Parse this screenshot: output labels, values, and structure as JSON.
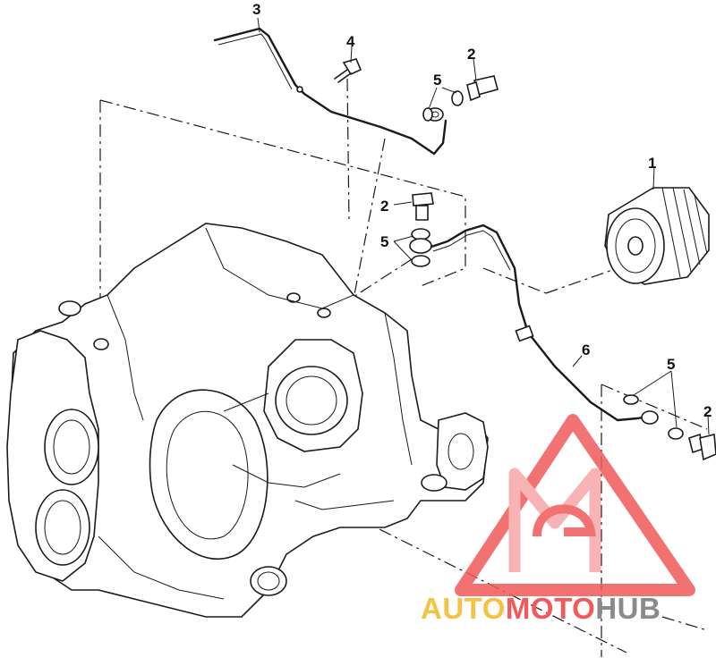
{
  "labels": {
    "p1": "1",
    "p2a": "2",
    "p2b": "2",
    "p2c": "2",
    "p3": "3",
    "p4": "4",
    "p5a": "5",
    "p5b": "5",
    "p5c": "5",
    "p6": "6"
  },
  "watermark": {
    "text_auto": "AUTO",
    "text_moto": "MOTO",
    "text_hub": "HUB",
    "color_primary": "#f05a5a",
    "color_secondary": "#f7a7a7",
    "color_auto": "#f4c343",
    "color_moto": "#f05a5a",
    "color_hub": "#8a8a8a"
  }
}
